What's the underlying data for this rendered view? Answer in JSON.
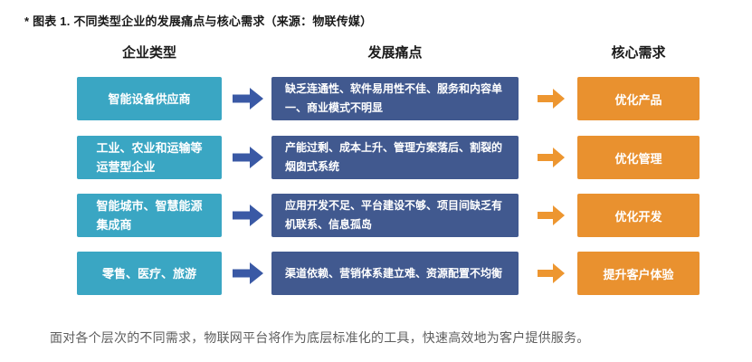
{
  "title": "* 图表 1. 不同类型企业的发展痛点与核心需求（来源：物联传媒）",
  "columns": [
    {
      "label": "企业类型"
    },
    {
      "label": "发展痛点"
    },
    {
      "label": "核心需求"
    }
  ],
  "rows": [
    {
      "enterprise_type": "智能设备供应商",
      "pain_points": "缺乏连通性、软件易用性不佳、服务和内容单一、商业模式不明显",
      "core_need": "优化产品"
    },
    {
      "enterprise_type": "工业、农业和运输等\n运营型企业",
      "pain_points": "产能过剩、成本上升、管理方案落后、割裂的烟囱式系统",
      "core_need": "优化管理"
    },
    {
      "enterprise_type": "智能城市、智慧能源\n集成商",
      "pain_points": "应用开发不足、平台建设不够、项目间缺乏有机联系、信息孤岛",
      "core_need": "优化开发"
    },
    {
      "enterprise_type": "零售、医疗、旅游",
      "pain_points": "渠道依赖、营销体系建立难、资源配置不均衡",
      "core_need": "提升客户体验"
    }
  ],
  "footer": "面对各个层次的不同需求，物联网平台将作为底层标准化的工具，快速高效地为客户提供服务。",
  "icons": {
    "flow_arrow": "right-arrow"
  },
  "colors": {
    "teal": "#3AA6C3",
    "navy": "#41598F",
    "orange": "#E9912F",
    "arrow-blue": "#3A59A5",
    "arrow-orange": "#ED9630",
    "title-text": "#1A1A1A",
    "footer-text": "#5E5E5E",
    "box-text": "#FFFFFF"
  }
}
